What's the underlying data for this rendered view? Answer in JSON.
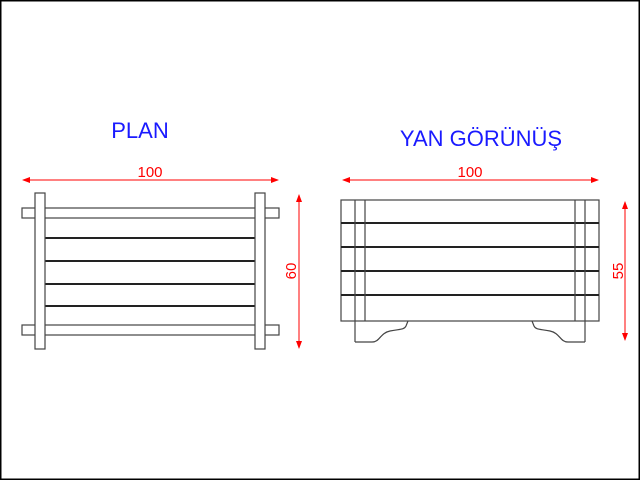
{
  "plan": {
    "title": "PLAN",
    "width_label": "100",
    "depth_label": "60"
  },
  "side": {
    "title": "YAN GÖRÜNÜŞ",
    "width_label": "100",
    "height_label": "55"
  },
  "colors": {
    "title": "#1a1aff",
    "dimension": "#ff0000",
    "lines": "#444444"
  }
}
